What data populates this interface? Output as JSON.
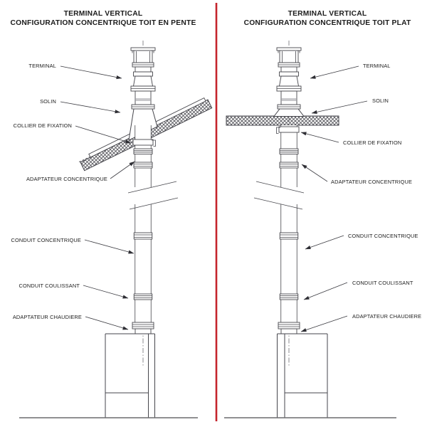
{
  "window": {
    "background": "#ffffff"
  },
  "divider": {
    "color": "#c4242c"
  },
  "left_diagram": {
    "title_line1": "TERMINAL VERTICAL",
    "title_line2": "CONFIGURATION CONCENTRIQUE TOIT EN PENTE",
    "roof_type": "toit en pente (sloped roof)",
    "labels": [
      {
        "text": "TERMINAL"
      },
      {
        "text": "SOLIN"
      },
      {
        "text": "COLLIER DE FIXATION"
      },
      {
        "text": "ADAPTATEUR CONCENTRIQUE"
      },
      {
        "text": "CONDUIT CONCENTRIQUE"
      },
      {
        "text": "CONDUIT COULISSANT"
      },
      {
        "text": "ADAPTATEUR CHAUDIERE"
      }
    ]
  },
  "right_diagram": {
    "title_line1": "TERMINAL VERTICAL",
    "title_line2": "CONFIGURATION CONCENTRIQUE TOIT PLAT",
    "roof_type": "toit plat (flat roof)",
    "labels": [
      {
        "text": "TERMINAL"
      },
      {
        "text": "SOLIN"
      },
      {
        "text": "COLLIER DE FIXATION"
      },
      {
        "text": "ADAPTATEUR CONCENTRIQUE"
      },
      {
        "text": "CONDUIT CONCENTRIQUE"
      },
      {
        "text": "CONDUIT COULISSANT"
      },
      {
        "text": "ADAPTATEUR CHAUDIERE"
      }
    ]
  }
}
